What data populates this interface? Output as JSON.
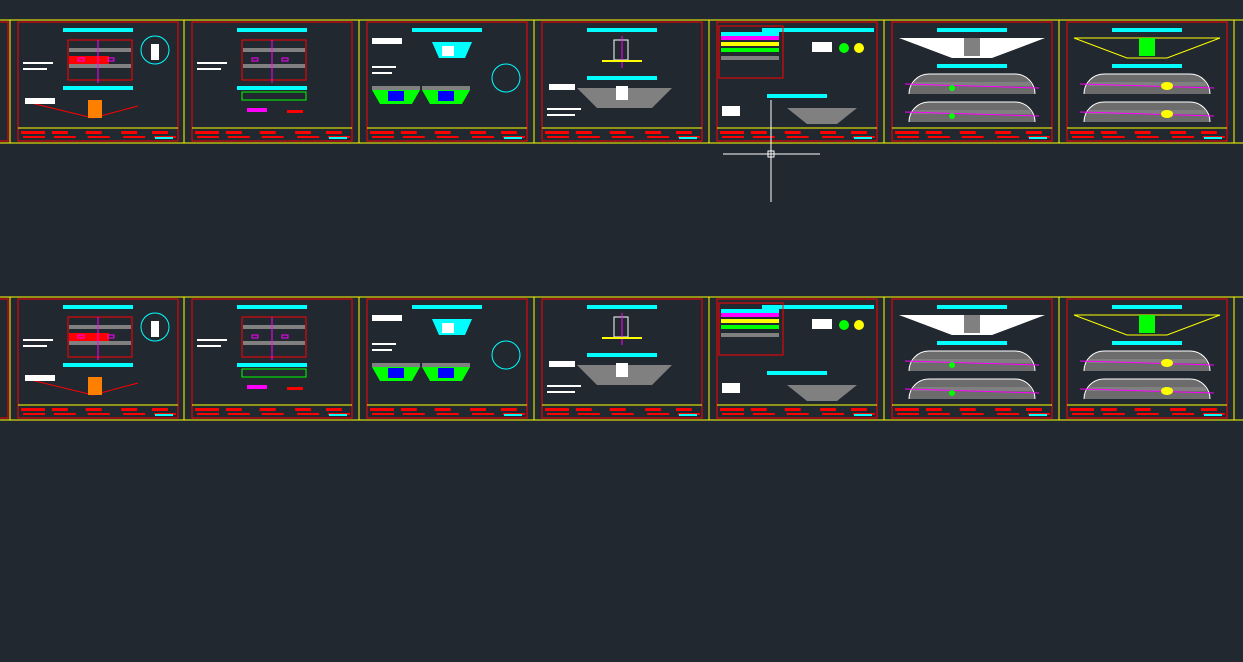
{
  "viewport": {
    "background": "#212830",
    "rows": 2,
    "sheets_per_row": 7
  },
  "colors": {
    "sheet_border": "#ffff00",
    "frame": "#ff0000",
    "title_bar": "#00ffff",
    "detail": "#ffffff",
    "fill_gray": "#808080",
    "accent_green": "#00ff00",
    "accent_magenta": "#ff00ff",
    "crosshair": "#ffffff"
  },
  "sheets": [
    {
      "type": "plan-detail"
    },
    {
      "type": "plan-simple"
    },
    {
      "type": "section-green"
    },
    {
      "type": "trench"
    },
    {
      "type": "layers"
    },
    {
      "type": "excavation"
    },
    {
      "type": "excavation-yellow"
    }
  ]
}
